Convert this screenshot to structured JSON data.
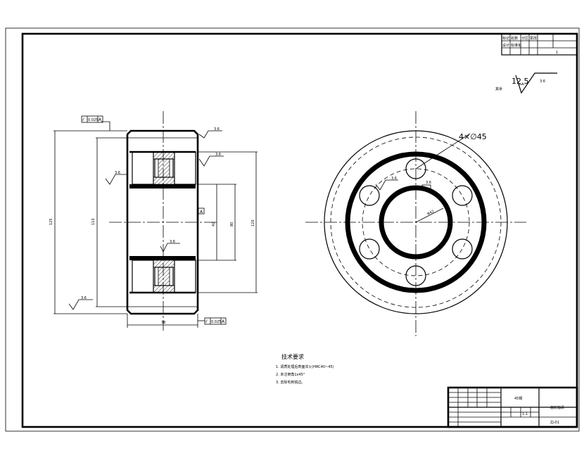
{
  "drawing": {
    "roughness_main": "12.5",
    "roughness_main_tag": "3.6",
    "pcd_label": "4×∅45",
    "bore_roughness": "3.6",
    "hole_roughness": "3.6"
  },
  "section_view": {
    "top_flatness_box": "0.025",
    "top_flatness_ref": "A",
    "bottom_flatness_box": "0.025",
    "bottom_flatness_ref": "A",
    "datum_label": "A",
    "ra_labels": [
      "3.6",
      "3.6",
      "3.6",
      "3.6",
      "3.6"
    ],
    "dim_labels": [
      "125",
      "110",
      "42",
      "80",
      "120",
      "38"
    ]
  },
  "tech_notes": {
    "title": "技术要求",
    "items": [
      "1. 调质处理后表面淬火(HRC40~45)",
      "2. 未注倒角1x45°",
      "3. 去除毛刺锐边。"
    ]
  },
  "title_block": {
    "material": "45钢",
    "part_name": "齿轮轴承",
    "drawing_no": "ZJ-01",
    "scale": "1:1"
  },
  "revision_block": {
    "r1": [
      "标记",
      "处数",
      "分区",
      "更改"
    ],
    "r2": [
      "设计",
      "标准化",
      "",
      "",
      "1"
    ]
  }
}
